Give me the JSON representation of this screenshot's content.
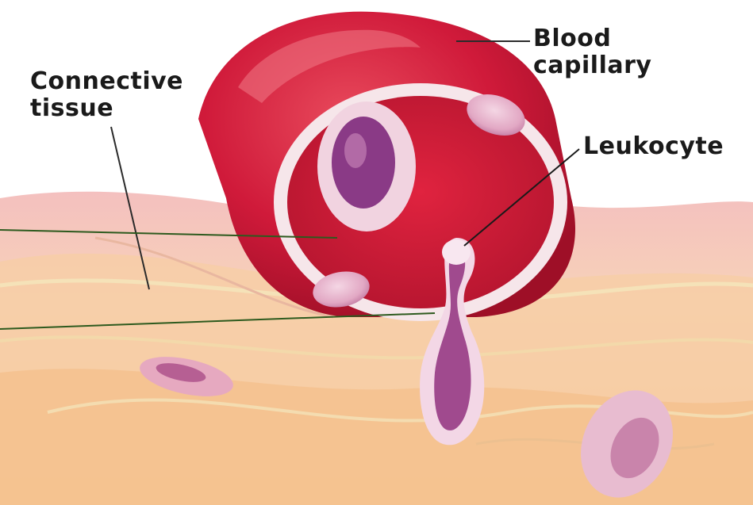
{
  "labels": {
    "connective_tissue": "Connective\ntissue",
    "blood_capillary": "Blood\ncapillary",
    "leukocyte": "Leukocyte"
  },
  "colors": {
    "capillary_red": "#d01a3a",
    "capillary_dark": "#a5122c",
    "tissue_pink": "#f2b9b8",
    "tissue_peach": "#f6cfa6",
    "nucleus_purple": "#8a3a86",
    "pointer_green": "#2d5a1e",
    "label_text": "#1a1a1a"
  },
  "icons": [
    "blood-capillary-illustration",
    "leukocyte-illustration",
    "connective-tissue-illustration"
  ]
}
